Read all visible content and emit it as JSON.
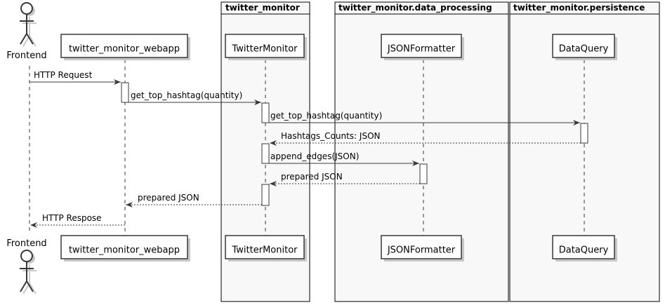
{
  "diagram": {
    "type": "sequence",
    "groups": [
      {
        "title": "twitter_monitor"
      },
      {
        "title": "twitter_monitor.data_processing"
      },
      {
        "title": "twitter_monitor.persistence"
      }
    ],
    "actor": {
      "label": "Frontend"
    },
    "participants": [
      {
        "label": "twitter_monitor_webapp"
      },
      {
        "label": "TwitterMonitor"
      },
      {
        "label": "JSONFormatter"
      },
      {
        "label": "DataQuery"
      }
    ],
    "messages": [
      {
        "from": "Frontend",
        "to": "twitter_monitor_webapp",
        "label": "HTTP Request",
        "kind": "sync"
      },
      {
        "from": "twitter_monitor_webapp",
        "to": "TwitterMonitor",
        "label": "get_top_hashtag(quantity)",
        "kind": "sync"
      },
      {
        "from": "TwitterMonitor",
        "to": "DataQuery",
        "label": "get_top_hashtag(quantity)",
        "kind": "sync"
      },
      {
        "from": "DataQuery",
        "to": "TwitterMonitor",
        "label": "Hashtags_Counts: JSON",
        "kind": "return"
      },
      {
        "from": "TwitterMonitor",
        "to": "JSONFormatter",
        "label": "append_edges(JSON)",
        "kind": "sync"
      },
      {
        "from": "JSONFormatter",
        "to": "TwitterMonitor",
        "label": "prepared JSON",
        "kind": "return"
      },
      {
        "from": "TwitterMonitor",
        "to": "twitter_monitor_webapp",
        "label": "prepared JSON",
        "kind": "return"
      },
      {
        "from": "twitter_monitor_webapp",
        "to": "Frontend",
        "label": "HTTP Respose",
        "kind": "return"
      }
    ],
    "colors": {
      "line": "#383838",
      "box_fill": "#fefefe",
      "group_fill": "#f8f8f8",
      "shadow": "#c8c8c8"
    }
  }
}
